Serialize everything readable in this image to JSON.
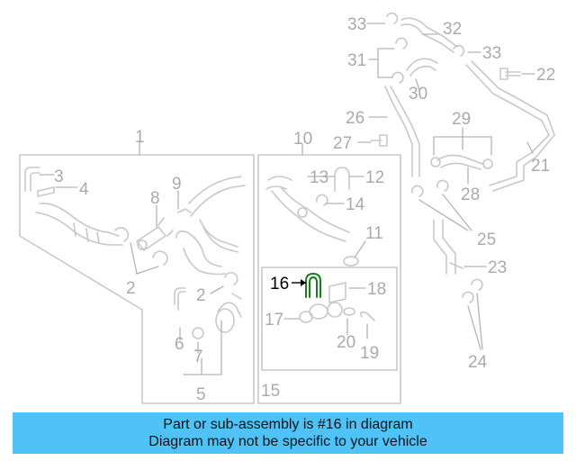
{
  "diagram": {
    "callouts": {
      "c1": "1",
      "c2a": "2",
      "c2b": "2",
      "c3": "3",
      "c4": "4",
      "c5": "5",
      "c6": "6",
      "c7": "7",
      "c8": "8",
      "c9": "9",
      "c10": "10",
      "c11": "11",
      "c12": "12",
      "c13": "13",
      "c14": "14",
      "c15": "15",
      "c16": "16",
      "c17": "17",
      "c18": "18",
      "c19": "19",
      "c20": "20",
      "c21": "21",
      "c22": "22",
      "c23": "23",
      "c24": "24",
      "c25": "25",
      "c26": "26",
      "c27": "27",
      "c28": "28",
      "c29": "29",
      "c30": "30",
      "c31": "31",
      "c32": "32",
      "c33a": "33",
      "c33b": "33"
    },
    "highlight_part": "16",
    "colors": {
      "line": "#c8c8c8",
      "label": "#aaaaaa",
      "highlight": "#1e7a1e",
      "banner": "#4fc3f7"
    }
  },
  "banner": {
    "line1": "Part or sub-assembly is #16 in diagram",
    "line2": "Diagram may not be specific to your vehicle"
  }
}
